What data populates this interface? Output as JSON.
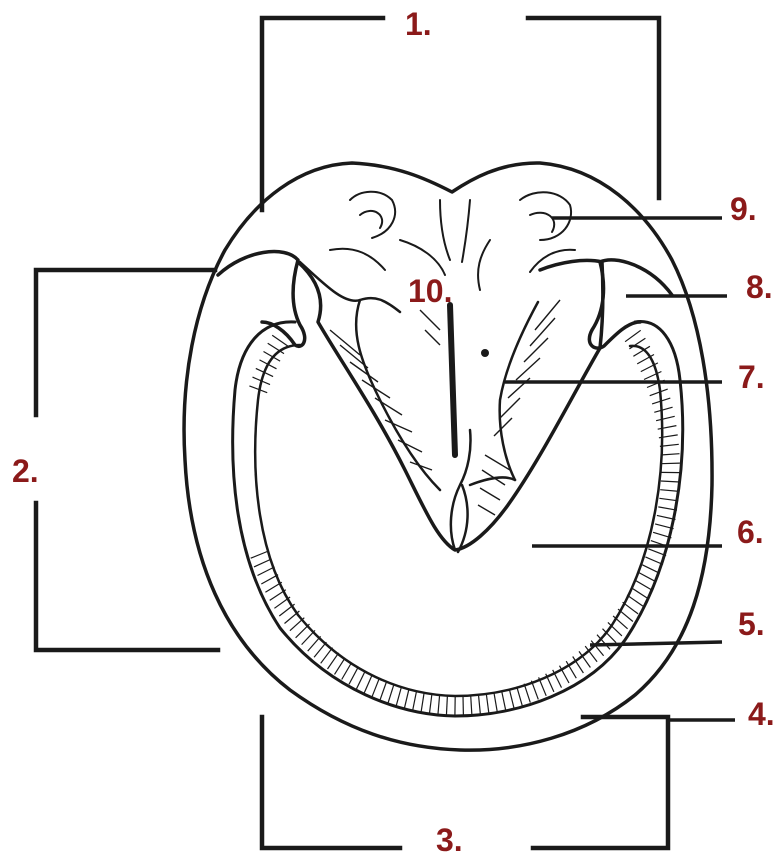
{
  "labels": [
    "1.",
    "2.",
    "3.",
    "4.",
    "5.",
    "6.",
    "7.",
    "8.",
    "9.",
    "10."
  ],
  "colors": {
    "label": "#8b1a1a",
    "ink": "#1a1a1a",
    "background": "#ffffff"
  }
}
